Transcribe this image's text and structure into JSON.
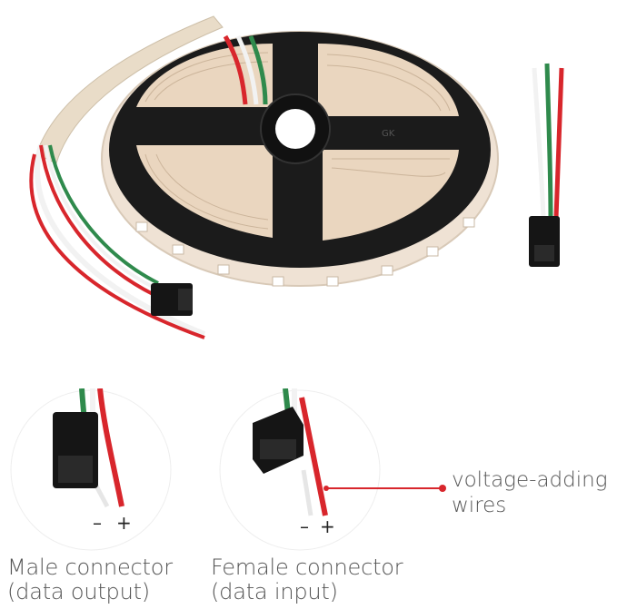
{
  "captions": {
    "male_line1": "Male connector",
    "male_line2": "(data output)",
    "female_line1": "Female connector",
    "female_line2": "(data input)",
    "wires_line1": "voltage-adding",
    "wires_line2": "wires"
  },
  "polarity": {
    "minus": "–",
    "plus": "+"
  },
  "reel_label": "GK",
  "colors": {
    "reel": "#1b1b1b",
    "strip": "#efe2d4",
    "wire_red": "#d8262c",
    "wire_green": "#2f8a4c",
    "wire_white": "#f2f2f2",
    "annotation_line": "#d8262c",
    "caption_text": "#555555"
  }
}
